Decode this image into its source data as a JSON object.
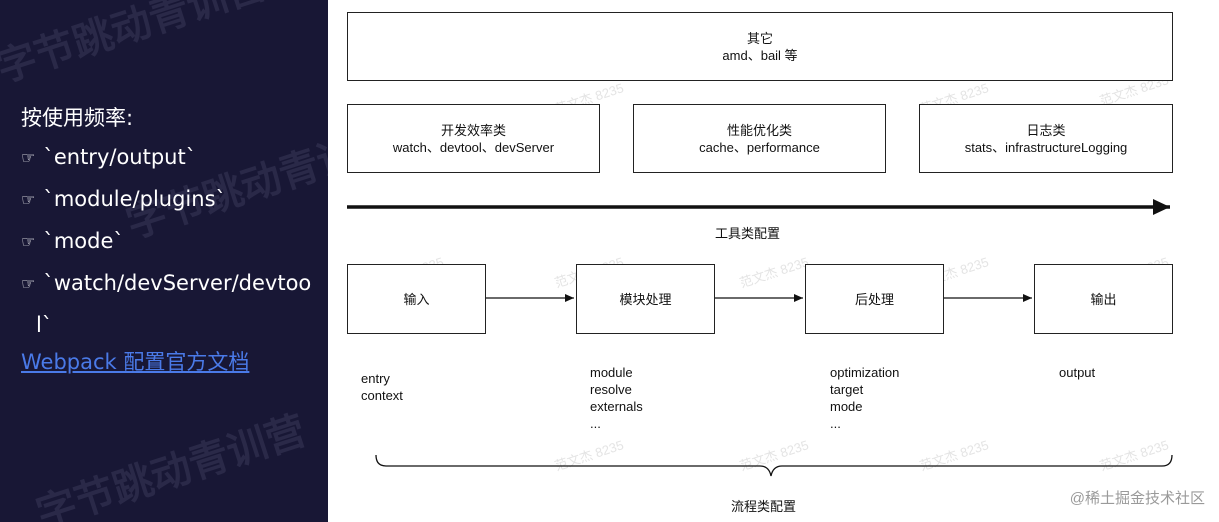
{
  "left_panel": {
    "heading": "按使用频率:",
    "items": [
      {
        "icon": "pointing-hand-icon",
        "text": "`entry/output`"
      },
      {
        "icon": "pointing-hand-icon",
        "text": "`module/plugins`"
      },
      {
        "icon": "pointing-hand-icon",
        "text": "`mode`"
      },
      {
        "icon": "pointing-hand-icon",
        "text": "`watch/devServer/devtoo"
      }
    ],
    "wrap_tail": "l`",
    "link": "Webpack 配置官方文档",
    "watermark": "字节跳动青训营"
  },
  "diagram": {
    "top_box": {
      "title": "其它",
      "subtitle": "amd、bail 等"
    },
    "tool_boxes": [
      {
        "title": "开发效率类",
        "subtitle": "watch、devtool、devServer"
      },
      {
        "title": "性能优化类",
        "subtitle": "cache、performance"
      },
      {
        "title": "日志类",
        "subtitle": "stats、infrastructureLogging"
      }
    ],
    "tool_caption": "工具类配置",
    "flow_boxes": [
      {
        "label": "输入"
      },
      {
        "label": "模块处理"
      },
      {
        "label": "后处理"
      },
      {
        "label": "输出"
      }
    ],
    "flow_details": [
      "entry\ncontext",
      "module\nresolve\nexternals\n...",
      "optimization\ntarget\nmode\n...",
      "output"
    ],
    "flow_caption": "流程类配置",
    "watermark": "范文杰 8235"
  },
  "credit": "@稀土掘金技术社区"
}
